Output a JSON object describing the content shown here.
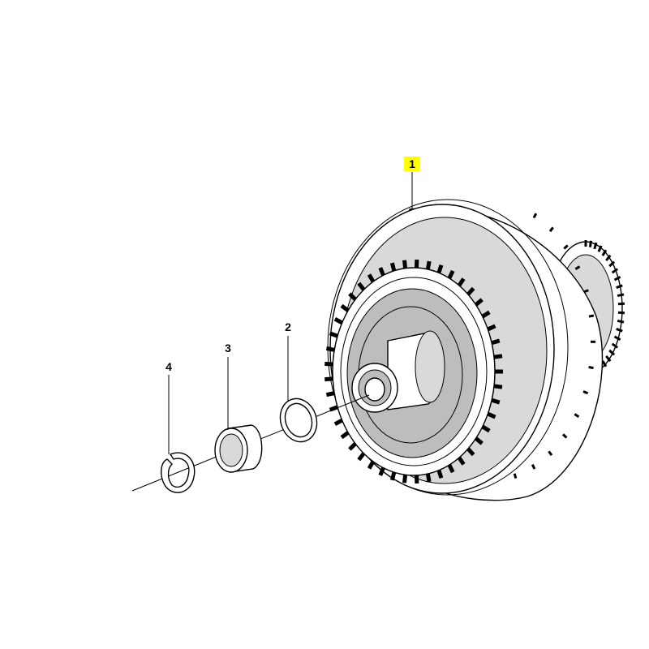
{
  "diagram": {
    "callouts": [
      {
        "label": "1",
        "highlight_color": "#ffff00"
      },
      {
        "label": "2"
      },
      {
        "label": "3"
      },
      {
        "label": "4"
      }
    ],
    "line_color": "#000000",
    "background": "#ffffff"
  }
}
